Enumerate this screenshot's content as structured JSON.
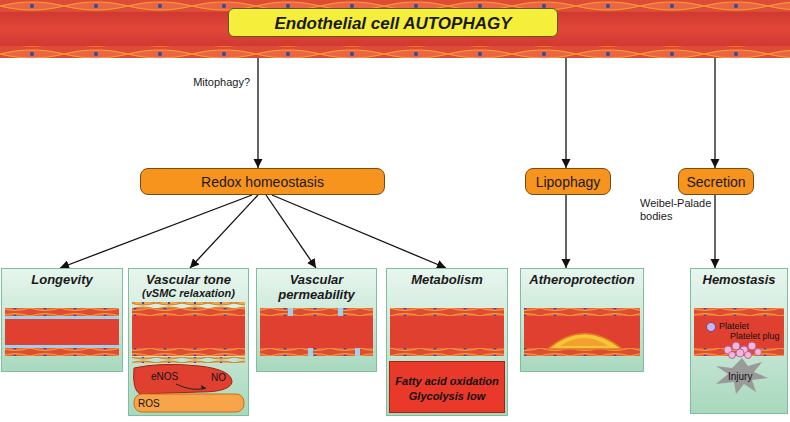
{
  "diagram": {
    "nodes": [
      {
        "text": [
          "Endothelial cell AUTOPHAGY"
        ]
      },
      {
        "text": [
          "Redox homeostasis"
        ]
      },
      {
        "text": [
          "Lipophagy"
        ]
      },
      {
        "text": [
          "Secretion"
        ]
      },
      {
        "text": [
          "Longevity"
        ]
      },
      {
        "text": [
          "Vascular tone",
          "(vSMC relaxation)"
        ]
      },
      {
        "text": [
          "Vascular permeability"
        ]
      },
      {
        "text": [
          "Metabolism"
        ]
      },
      {
        "text": [
          "Fatty acid oxidation",
          "Glycolysis low"
        ],
        "in": 7
      },
      {
        "text": [
          "Atheroprotection"
        ]
      },
      {
        "text": [
          "Hemostasis"
        ]
      }
    ],
    "edges": [
      {
        "from": 0,
        "to": 1,
        "arrow": "to",
        "label": "Mitophagy?"
      },
      {
        "from": 0,
        "to": 2,
        "arrow": "to"
      },
      {
        "from": 0,
        "to": 3,
        "arrow": "to"
      },
      {
        "from": 1,
        "to": 4,
        "arrow": "to"
      },
      {
        "from": 1,
        "to": 5,
        "arrow": "to"
      },
      {
        "from": 1,
        "to": 6,
        "arrow": "to"
      },
      {
        "from": 1,
        "to": 7,
        "arrow": "to"
      },
      {
        "from": 2,
        "to": 9,
        "arrow": "to"
      },
      {
        "from": 3,
        "to": 10,
        "arrow": "to",
        "label": "Weibel-Palade bodies"
      }
    ],
    "labels": [
      "eNOS",
      "ROS",
      "NO",
      "Platelet",
      "Platelet plug",
      "Injury"
    ]
  }
}
